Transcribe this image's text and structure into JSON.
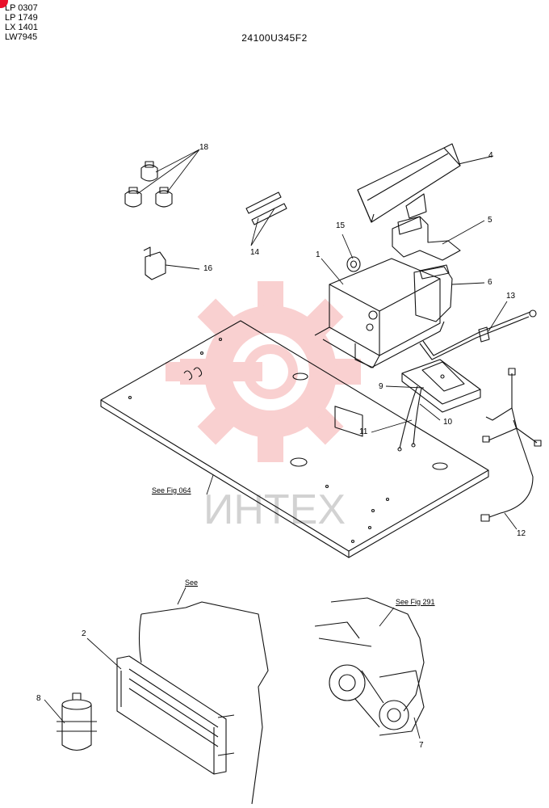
{
  "header": {
    "models": [
      "LP 0307",
      "LP 1749",
      "LX 1401",
      "LW7945"
    ],
    "drawing_number": "24100U345F2"
  },
  "watermark": {
    "text": "ИНТЕХ",
    "color": "#f07a7a"
  },
  "callouts": {
    "c1": "1",
    "c2": "2",
    "c4": "4",
    "c5": "5",
    "c6": "6",
    "c7": "7",
    "c8": "8",
    "c9": "9",
    "c10": "10",
    "c11": "11",
    "c12": "12",
    "c13": "13",
    "c14": "14",
    "c15": "15",
    "c16": "16",
    "c18": "18"
  },
  "references": {
    "fig064": "See Fig 064",
    "see_partial": "See",
    "fig291": "See Fig 291"
  },
  "accent_color": "#e8102a",
  "line_color": "#111111"
}
